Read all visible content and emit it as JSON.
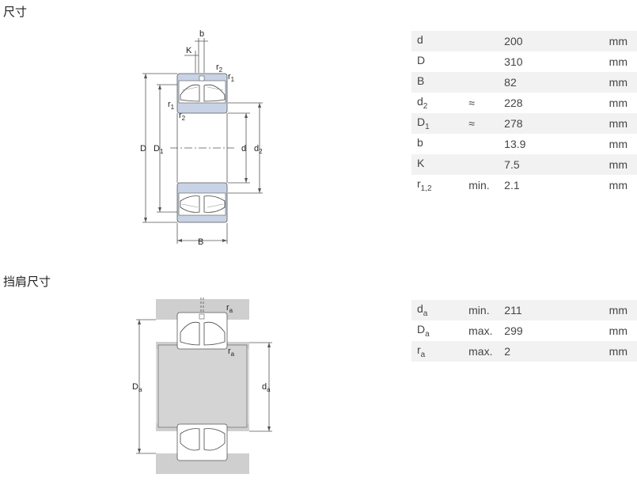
{
  "dimensions": {
    "title": "尺寸",
    "diagram_labels": {
      "b": "b",
      "K": "K",
      "r2_top": "r",
      "r2_top_sub": "2",
      "r1_top": "r",
      "r1_top_sub": "1",
      "r1_left": "r",
      "r1_left_sub": "1",
      "r2_left": "r",
      "r2_left_sub": "2",
      "D": "D",
      "D1": "D",
      "D1_sub": "1",
      "d": "d",
      "d2": "d",
      "d2_sub": "2",
      "B": "B"
    },
    "rows": [
      {
        "sym": "d",
        "sub": "",
        "qual": "",
        "value": "200",
        "unit": "mm"
      },
      {
        "sym": "D",
        "sub": "",
        "qual": "",
        "value": "310",
        "unit": "mm"
      },
      {
        "sym": "B",
        "sub": "",
        "qual": "",
        "value": "82",
        "unit": "mm"
      },
      {
        "sym": "d",
        "sub": "2",
        "qual": "≈",
        "value": "228",
        "unit": "mm"
      },
      {
        "sym": "D",
        "sub": "1",
        "qual": "≈",
        "value": "278",
        "unit": "mm"
      },
      {
        "sym": "b",
        "sub": "",
        "qual": "",
        "value": "13.9",
        "unit": "mm"
      },
      {
        "sym": "K",
        "sub": "",
        "qual": "",
        "value": "7.5",
        "unit": "mm"
      },
      {
        "sym": "r",
        "sub": "1,2",
        "qual": "min.",
        "value": "2.1",
        "unit": "mm"
      }
    ]
  },
  "abutment": {
    "title": "挡肩尺寸",
    "diagram_labels": {
      "ra_top": "r",
      "ra_top_sub": "a",
      "ra_mid": "r",
      "ra_mid_sub": "a",
      "Da": "D",
      "Da_sub": "a",
      "da": "d",
      "da_sub": "a"
    },
    "rows": [
      {
        "sym": "d",
        "sub": "a",
        "qual": "min.",
        "value": "211",
        "unit": "mm"
      },
      {
        "sym": "D",
        "sub": "a",
        "qual": "max.",
        "value": "299",
        "unit": "mm"
      },
      {
        "sym": "r",
        "sub": "a",
        "qual": "max.",
        "value": "2",
        "unit": "mm"
      }
    ]
  }
}
